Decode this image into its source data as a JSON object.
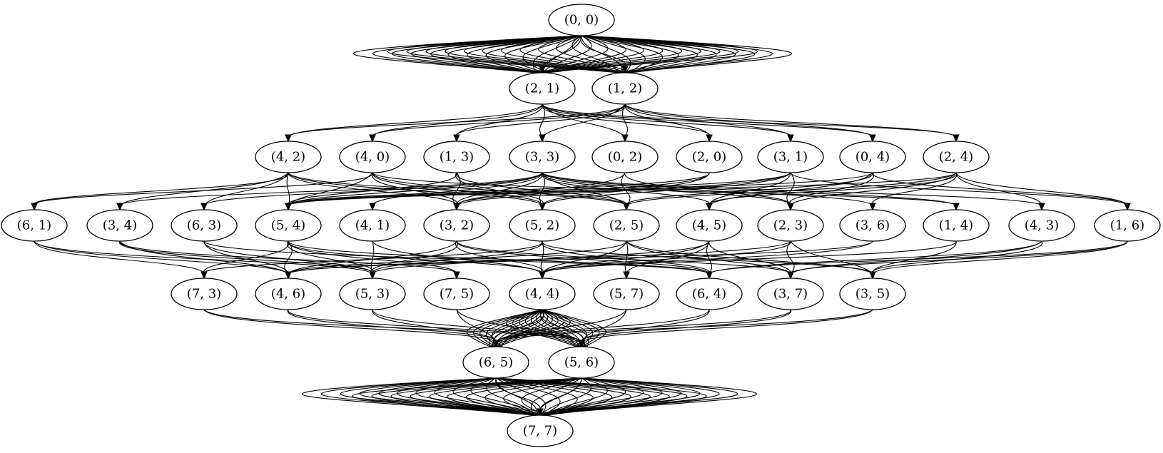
{
  "graph": {
    "nodes": [
      {
        "id": "n00",
        "label": "(0, 0)"
      },
      {
        "id": "n21",
        "label": "(2, 1)"
      },
      {
        "id": "n12",
        "label": "(1, 2)"
      },
      {
        "id": "n42",
        "label": "(4, 2)"
      },
      {
        "id": "n40",
        "label": "(4, 0)"
      },
      {
        "id": "n13",
        "label": "(1, 3)"
      },
      {
        "id": "n33",
        "label": "(3, 3)"
      },
      {
        "id": "n02",
        "label": "(0, 2)"
      },
      {
        "id": "n20",
        "label": "(2, 0)"
      },
      {
        "id": "n31",
        "label": "(3, 1)"
      },
      {
        "id": "n04",
        "label": "(0, 4)"
      },
      {
        "id": "n24",
        "label": "(2, 4)"
      },
      {
        "id": "n61",
        "label": "(6, 1)"
      },
      {
        "id": "n34",
        "label": "(3, 4)"
      },
      {
        "id": "n63",
        "label": "(6, 3)"
      },
      {
        "id": "n54",
        "label": "(5, 4)"
      },
      {
        "id": "n41",
        "label": "(4, 1)"
      },
      {
        "id": "n32",
        "label": "(3, 2)"
      },
      {
        "id": "n52",
        "label": "(5, 2)"
      },
      {
        "id": "n25",
        "label": "(2, 5)"
      },
      {
        "id": "n45",
        "label": "(4, 5)"
      },
      {
        "id": "n23",
        "label": "(2, 3)"
      },
      {
        "id": "n36",
        "label": "(3, 6)"
      },
      {
        "id": "n14",
        "label": "(1, 4)"
      },
      {
        "id": "n43",
        "label": "(4, 3)"
      },
      {
        "id": "n16",
        "label": "(1, 6)"
      },
      {
        "id": "n73",
        "label": "(7, 3)"
      },
      {
        "id": "n46",
        "label": "(4, 6)"
      },
      {
        "id": "n53",
        "label": "(5, 3)"
      },
      {
        "id": "n75",
        "label": "(7, 5)"
      },
      {
        "id": "n44",
        "label": "(4, 4)"
      },
      {
        "id": "n57",
        "label": "(5, 7)"
      },
      {
        "id": "n64",
        "label": "(6, 4)"
      },
      {
        "id": "n37",
        "label": "(3, 7)"
      },
      {
        "id": "n35",
        "label": "(3, 5)"
      },
      {
        "id": "n65",
        "label": "(6, 5)"
      },
      {
        "id": "n56",
        "label": "(5, 6)"
      },
      {
        "id": "n77",
        "label": "(7, 7)"
      }
    ],
    "edges": [
      [
        "n00",
        "n21"
      ],
      [
        "n00",
        "n12"
      ],
      [
        "n21",
        "n42"
      ],
      [
        "n21",
        "n40"
      ],
      [
        "n21",
        "n13"
      ],
      [
        "n21",
        "n33"
      ],
      [
        "n21",
        "n02"
      ],
      [
        "n21",
        "n20"
      ],
      [
        "n21",
        "n31"
      ],
      [
        "n21",
        "n04"
      ],
      [
        "n21",
        "n24"
      ],
      [
        "n12",
        "n42"
      ],
      [
        "n12",
        "n40"
      ],
      [
        "n12",
        "n13"
      ],
      [
        "n12",
        "n33"
      ],
      [
        "n12",
        "n02"
      ],
      [
        "n12",
        "n20"
      ],
      [
        "n12",
        "n31"
      ],
      [
        "n12",
        "n04"
      ],
      [
        "n12",
        "n24"
      ],
      [
        "n42",
        "n61"
      ],
      [
        "n42",
        "n34"
      ],
      [
        "n42",
        "n63"
      ],
      [
        "n42",
        "n54"
      ],
      [
        "n42",
        "n32"
      ],
      [
        "n42",
        "n52"
      ],
      [
        "n42",
        "n25"
      ],
      [
        "n40",
        "n61"
      ],
      [
        "n40",
        "n54"
      ],
      [
        "n40",
        "n32"
      ],
      [
        "n40",
        "n52"
      ],
      [
        "n40",
        "n25"
      ],
      [
        "n40",
        "n14"
      ],
      [
        "n13",
        "n54"
      ],
      [
        "n13",
        "n32"
      ],
      [
        "n13",
        "n52"
      ],
      [
        "n13",
        "n25"
      ],
      [
        "n33",
        "n54"
      ],
      [
        "n33",
        "n41"
      ],
      [
        "n33",
        "n32"
      ],
      [
        "n33",
        "n52"
      ],
      [
        "n33",
        "n25"
      ],
      [
        "n33",
        "n45"
      ],
      [
        "n33",
        "n23"
      ],
      [
        "n33",
        "n34"
      ],
      [
        "n33",
        "n63"
      ],
      [
        "n33",
        "n36"
      ],
      [
        "n33",
        "n14"
      ],
      [
        "n33",
        "n43"
      ],
      [
        "n02",
        "n25"
      ],
      [
        "n02",
        "n23"
      ],
      [
        "n02",
        "n32"
      ],
      [
        "n20",
        "n52"
      ],
      [
        "n20",
        "n32"
      ],
      [
        "n20",
        "n54"
      ],
      [
        "n31",
        "n23"
      ],
      [
        "n31",
        "n32"
      ],
      [
        "n31",
        "n52"
      ],
      [
        "n31",
        "n54"
      ],
      [
        "n31",
        "n45"
      ],
      [
        "n31",
        "n16"
      ],
      [
        "n04",
        "n25"
      ],
      [
        "n04",
        "n23"
      ],
      [
        "n04",
        "n45"
      ],
      [
        "n04",
        "n54"
      ],
      [
        "n04",
        "n16"
      ],
      [
        "n24",
        "n43"
      ],
      [
        "n24",
        "n16"
      ],
      [
        "n24",
        "n36"
      ],
      [
        "n24",
        "n45"
      ],
      [
        "n24",
        "n25"
      ],
      [
        "n24",
        "n23"
      ],
      [
        "n24",
        "n54"
      ],
      [
        "n61",
        "n73"
      ],
      [
        "n61",
        "n53"
      ],
      [
        "n61",
        "n46"
      ],
      [
        "n34",
        "n46"
      ],
      [
        "n34",
        "n53"
      ],
      [
        "n34",
        "n75"
      ],
      [
        "n63",
        "n53"
      ],
      [
        "n63",
        "n46"
      ],
      [
        "n63",
        "n64"
      ],
      [
        "n54",
        "n73"
      ],
      [
        "n54",
        "n46"
      ],
      [
        "n54",
        "n53"
      ],
      [
        "n54",
        "n44"
      ],
      [
        "n54",
        "n75"
      ],
      [
        "n54",
        "n64"
      ],
      [
        "n41",
        "n53"
      ],
      [
        "n41",
        "n44"
      ],
      [
        "n32",
        "n53"
      ],
      [
        "n32",
        "n44"
      ],
      [
        "n32",
        "n46"
      ],
      [
        "n32",
        "n64"
      ],
      [
        "n32",
        "n37"
      ],
      [
        "n52",
        "n44"
      ],
      [
        "n52",
        "n53"
      ],
      [
        "n52",
        "n73"
      ],
      [
        "n52",
        "n64"
      ],
      [
        "n52",
        "n35"
      ],
      [
        "n25",
        "n44"
      ],
      [
        "n25",
        "n46"
      ],
      [
        "n25",
        "n57"
      ],
      [
        "n25",
        "n37"
      ],
      [
        "n25",
        "n35"
      ],
      [
        "n45",
        "n44"
      ],
      [
        "n45",
        "n64"
      ],
      [
        "n45",
        "n37"
      ],
      [
        "n45",
        "n57"
      ],
      [
        "n45",
        "n53"
      ],
      [
        "n23",
        "n44"
      ],
      [
        "n23",
        "n35"
      ],
      [
        "n23",
        "n37"
      ],
      [
        "n23",
        "n46"
      ],
      [
        "n36",
        "n44"
      ],
      [
        "n36",
        "n46"
      ],
      [
        "n14",
        "n35"
      ],
      [
        "n14",
        "n44"
      ],
      [
        "n43",
        "n35"
      ],
      [
        "n43",
        "n37"
      ],
      [
        "n43",
        "n64"
      ],
      [
        "n16",
        "n35"
      ],
      [
        "n16",
        "n64"
      ],
      [
        "n16",
        "n37"
      ],
      [
        "n73",
        "n65"
      ],
      [
        "n73",
        "n56"
      ],
      [
        "n46",
        "n65"
      ],
      [
        "n46",
        "n56"
      ],
      [
        "n53",
        "n65"
      ],
      [
        "n53",
        "n56"
      ],
      [
        "n75",
        "n65"
      ],
      [
        "n75",
        "n56"
      ],
      [
        "n44",
        "n65"
      ],
      [
        "n44",
        "n56"
      ],
      [
        "n57",
        "n65"
      ],
      [
        "n57",
        "n56"
      ],
      [
        "n64",
        "n65"
      ],
      [
        "n64",
        "n56"
      ],
      [
        "n37",
        "n65"
      ],
      [
        "n37",
        "n56"
      ],
      [
        "n35",
        "n65"
      ],
      [
        "n35",
        "n56"
      ],
      [
        "n65",
        "n77"
      ],
      [
        "n56",
        "n77"
      ]
    ]
  }
}
